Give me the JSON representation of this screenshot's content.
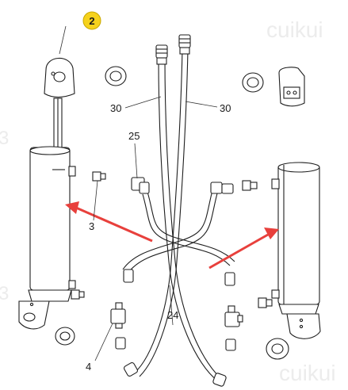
{
  "badge": {
    "number": "2",
    "color": "#f6d21c"
  },
  "watermarks": {
    "brand": "cuikui",
    "fragment": "3"
  },
  "callouts": {
    "hose_left": "30",
    "hose_right": "30",
    "elbow": "25",
    "adapter": "3",
    "tee": "4",
    "long_hose": "24"
  },
  "arrow_color": "#e8403c"
}
